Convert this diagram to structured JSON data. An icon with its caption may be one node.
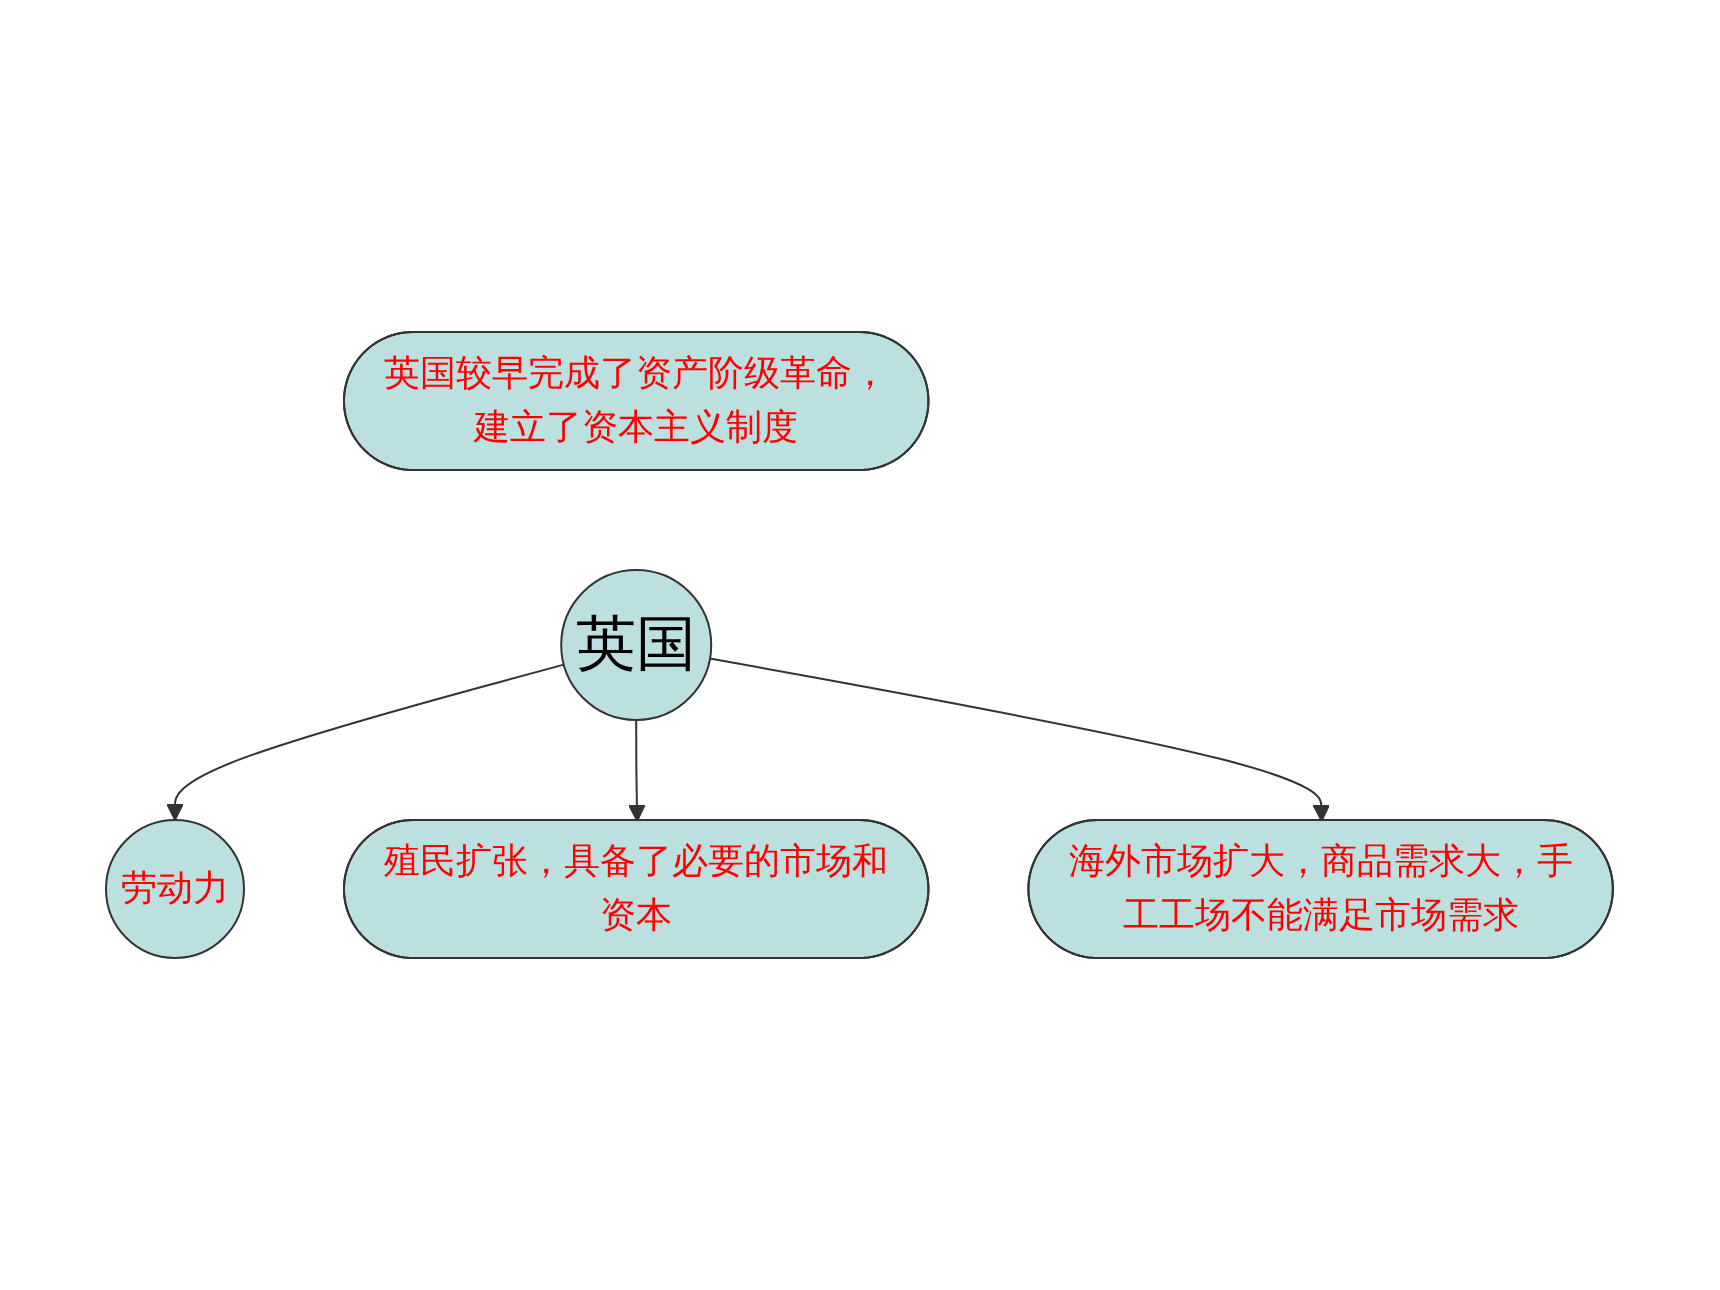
{
  "diagram": {
    "nodes": [
      {
        "text": [
          "英国"
        ]
      },
      {
        "text": [
          "英国较早完成了资产阶级革命，建立了资本主义制度"
        ]
      },
      {
        "text": [
          "劳动力"
        ]
      },
      {
        "text": [
          "殖民扩张，具备了必要的市场和资本"
        ]
      },
      {
        "text": [
          "海外市场扩大，商品需求大，手工工场不能满足市场需求"
        ]
      }
    ],
    "edges": [
      {
        "from": 0,
        "to": 2,
        "arrow": "to"
      },
      {
        "from": 0,
        "to": 3,
        "arrow": "to"
      },
      {
        "from": 0,
        "to": 4,
        "arrow": "to"
      }
    ]
  }
}
